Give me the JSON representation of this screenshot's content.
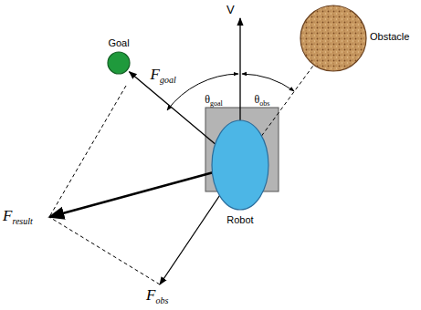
{
  "diagram": {
    "nodes": [
      {
        "text": [
          "Goal"
        ]
      },
      {
        "text": [
          "Obstacle"
        ]
      },
      {
        "text": [
          "Robot"
        ]
      }
    ],
    "edges": [
      {
        "from": 2,
        "to": 0,
        "arrow": "to",
        "label": "Fgoal"
      },
      {
        "from": 2,
        "to": 1,
        "arrow": "none"
      }
    ],
    "labels": [
      "V",
      "θgoal",
      "θobs",
      "Fresult",
      "Fobs"
    ]
  }
}
